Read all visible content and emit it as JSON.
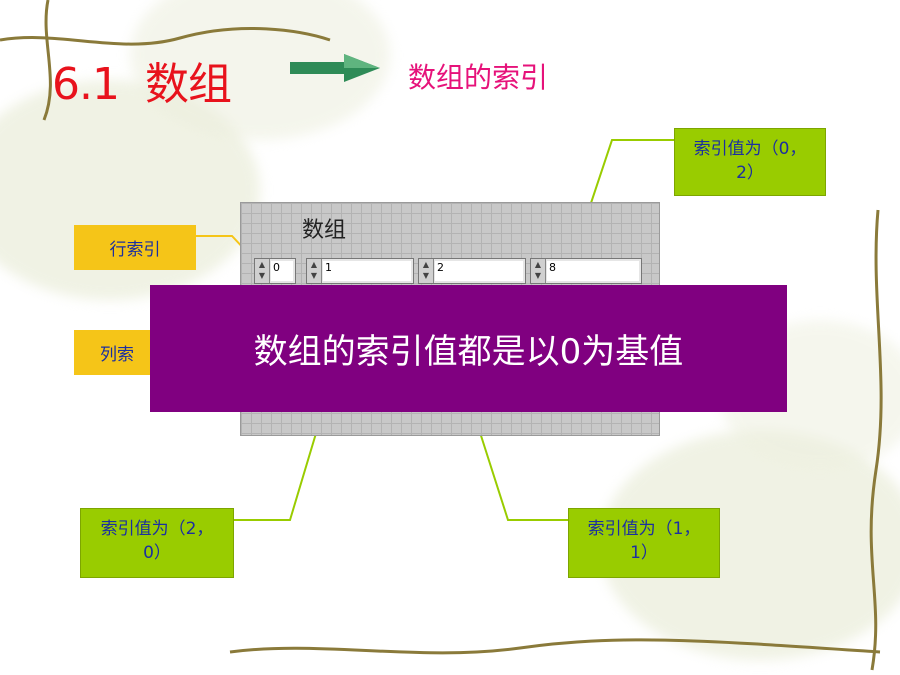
{
  "title": {
    "number": "6.1",
    "text": "数组"
  },
  "subtitle": "数组的索引",
  "panel": {
    "label": "数组",
    "row_index_value": "0",
    "elements": [
      "1",
      "2",
      "8"
    ]
  },
  "labels": {
    "row_index": "行索引",
    "col_index": "列索"
  },
  "notes": {
    "top_right": {
      "line1": "索引值为（0，",
      "line2": "2）"
    },
    "bottom_left": {
      "line1": "索引值为（2，",
      "line2": "0）"
    },
    "bottom_right": {
      "line1": "索引值为（1，",
      "line2": "1）"
    }
  },
  "overlay_text": "数组的索引值都是以0为基值",
  "colors": {
    "title": "#e8121c",
    "subtitle": "#e6127a",
    "label_fill": "#f5c518",
    "note_fill": "#99cc00",
    "overlay_fill": "#800080",
    "arrow": "#2e8b57"
  }
}
